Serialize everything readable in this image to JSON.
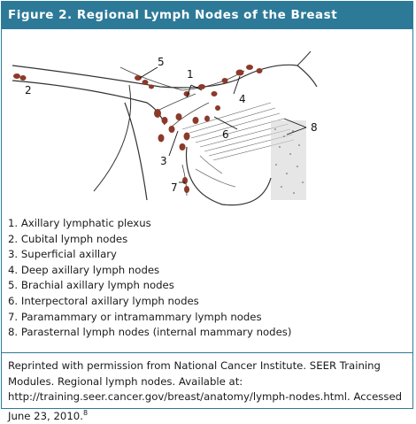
{
  "header": {
    "title": "Figure 2. Regional Lymph Nodes of the Breast"
  },
  "figure": {
    "callouts": [
      "1",
      "2",
      "3",
      "4",
      "5",
      "6",
      "7",
      "8"
    ]
  },
  "legend": {
    "items": [
      "1. Axillary lymphatic plexus",
      "2. Cubital lymph nodes",
      "3. Superficial axillary",
      "4. Deep axillary lymph nodes",
      "5. Brachial axillary lymph nodes",
      "6. Interpectoral axillary lymph nodes",
      "7. Paramammary or intramammary lymph nodes",
      "8. Parasternal lymph nodes (internal mammary nodes)"
    ]
  },
  "credit": {
    "text": "Reprinted with permission from National Cancer Institute. SEER Training Modules. Regional lymph nodes. Available at: http://training.seer.cancer.gov/breast/anatomy/lymph-nodes.html. Accessed June 23, 2010.",
    "ref": "8"
  },
  "colors": {
    "accent": "#2d7a98",
    "node": "#8b3a2a"
  }
}
